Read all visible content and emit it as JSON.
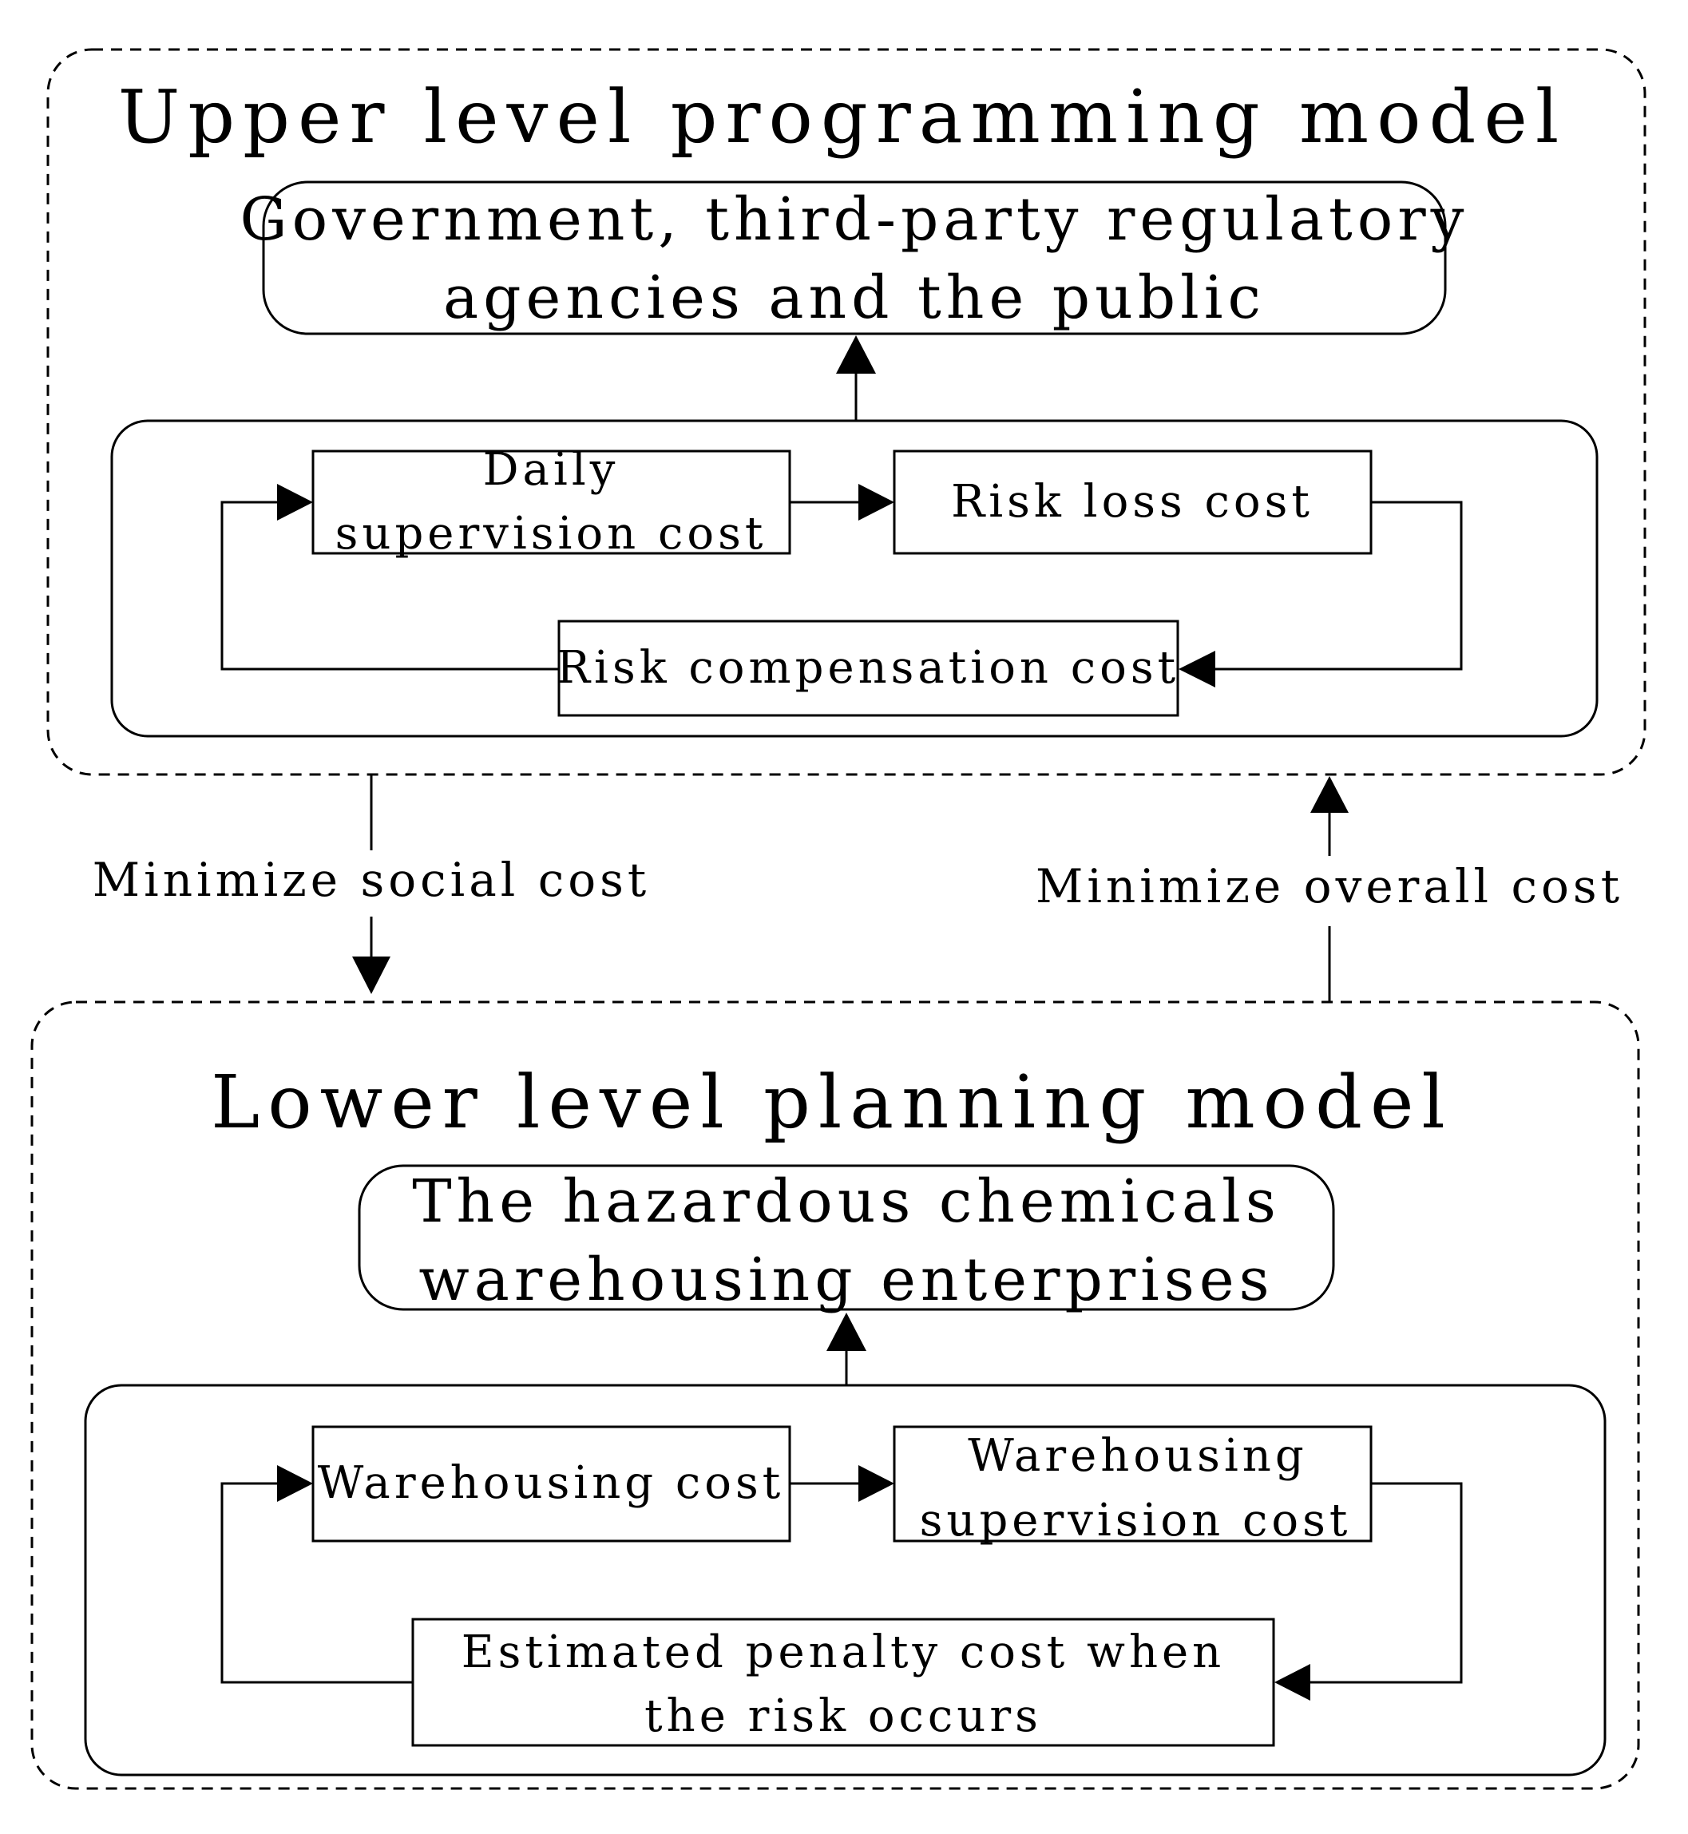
{
  "upper": {
    "title": "Upper level programming model",
    "actor_line1": "Government, third-party regulatory",
    "actor_line2": "agencies and the public",
    "costs": {
      "daily_line1": "Daily",
      "daily_line2": "supervision cost",
      "risk_loss": "Risk loss cost",
      "risk_compensation": "Risk compensation cost"
    }
  },
  "lower": {
    "title": "Lower level planning model",
    "actor_line1": "The hazardous chemicals",
    "actor_line2": "warehousing enterprises",
    "costs": {
      "warehousing": "Warehousing cost",
      "supervision_line1": "Warehousing",
      "supervision_line2": "supervision cost",
      "penalty_line1": "Estimated penalty cost when",
      "penalty_line2": "the risk occurs"
    }
  },
  "links": {
    "left_label": "Minimize social cost",
    "right_label": "Minimize overall cost"
  }
}
